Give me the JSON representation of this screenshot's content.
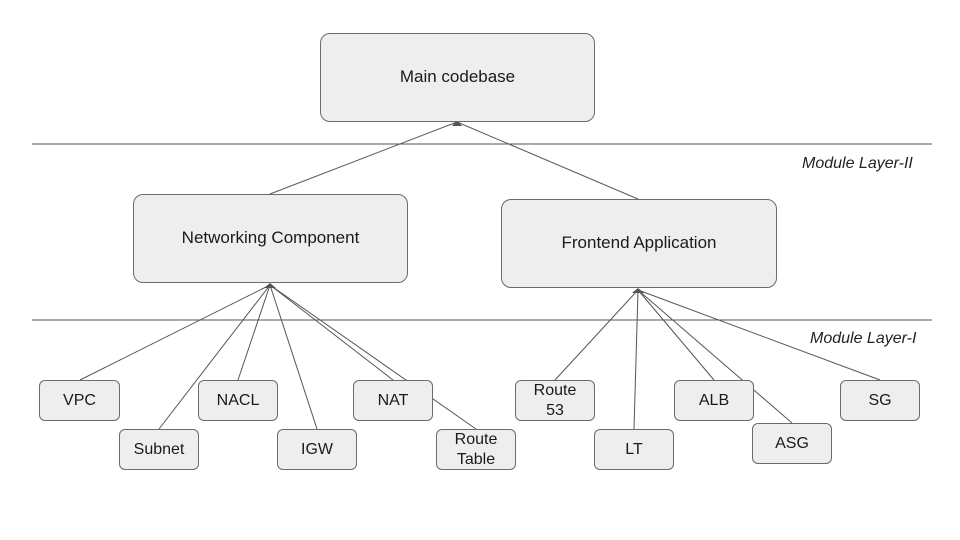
{
  "nodes": {
    "main": "Main codebase",
    "networking": "Networking Component",
    "frontend": "Frontend Application",
    "vpc": "VPC",
    "subnet": "Subnet",
    "nacl": "NACL",
    "igw": "IGW",
    "nat": "NAT",
    "route_table": "Route\nTable",
    "route53": "Route\n53",
    "lt": "LT",
    "alb": "ALB",
    "asg": "ASG",
    "sg": "SG"
  },
  "layers": {
    "layer2": "Module Layer-II",
    "layer1": "Module Layer-I"
  },
  "edges": [
    [
      "networking",
      "main"
    ],
    [
      "frontend",
      "main"
    ],
    [
      "vpc",
      "networking"
    ],
    [
      "subnet",
      "networking"
    ],
    [
      "nacl",
      "networking"
    ],
    [
      "igw",
      "networking"
    ],
    [
      "nat",
      "networking"
    ],
    [
      "route_table",
      "networking"
    ],
    [
      "route53",
      "frontend"
    ],
    [
      "lt",
      "frontend"
    ],
    [
      "alb",
      "frontend"
    ],
    [
      "asg",
      "frontend"
    ],
    [
      "sg",
      "frontend"
    ]
  ]
}
